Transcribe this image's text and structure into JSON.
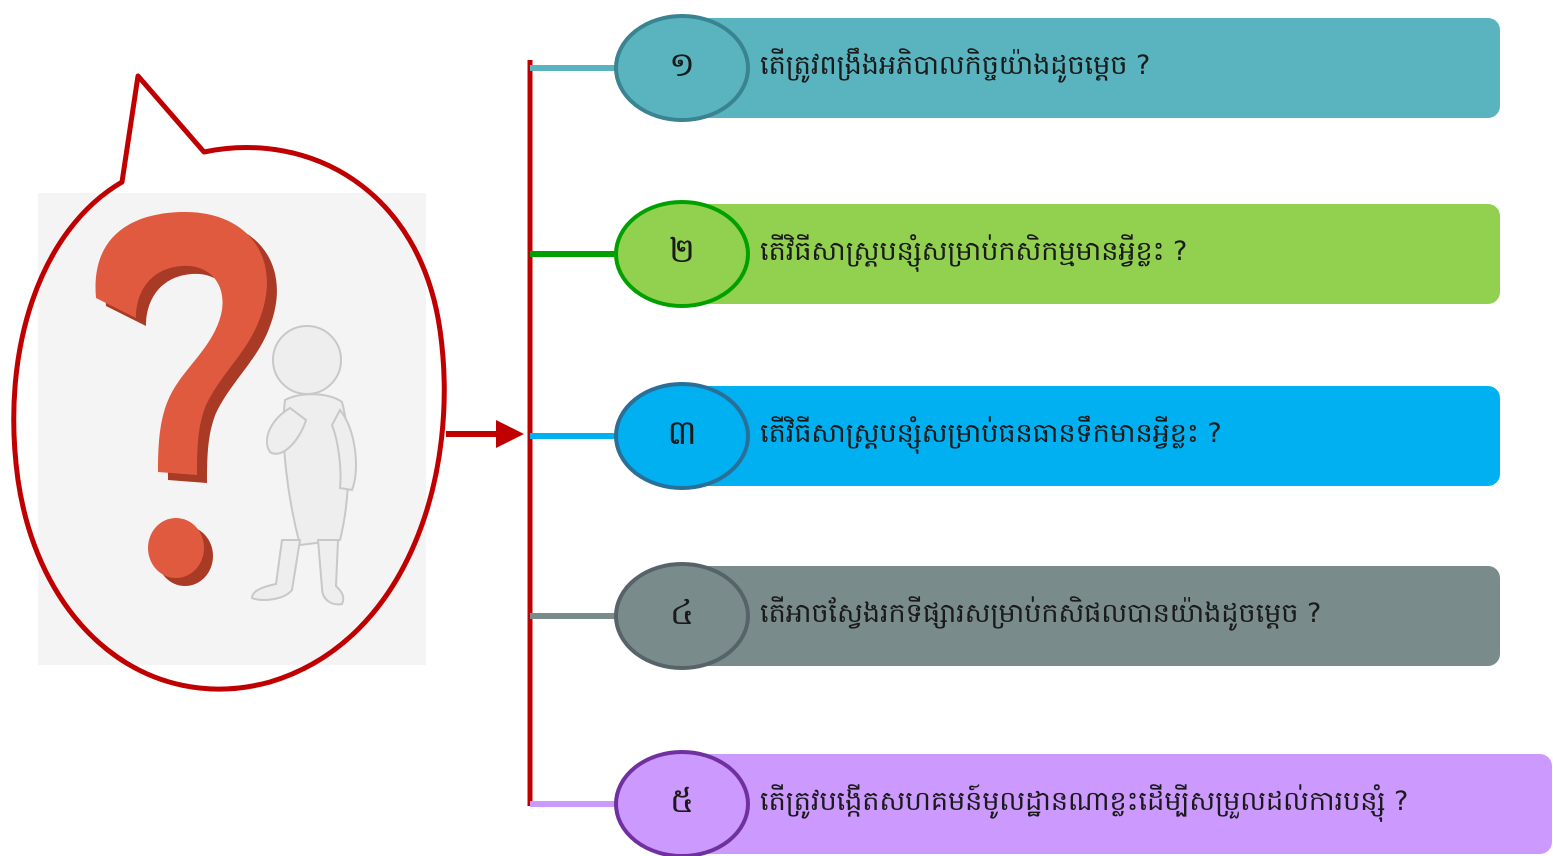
{
  "colors": {
    "bracket": "#c00000",
    "bubble_outline": "#c00000",
    "image_background": "#f4f4f4",
    "qmark": "#e05a3f",
    "qmark_dark": "#a83a26",
    "figure": "#eeeeee"
  },
  "illustration": {
    "icon": "question-mark-thinking-person-illustration"
  },
  "items": [
    {
      "number": "១",
      "text": "តើត្រូវពង្រឹងអភិបាលកិច្ចយ៉ាងដូចម្តេច ?",
      "bar_color": "#5ab4bf",
      "circle_color": "#5ab4bf",
      "circle_border": "#3a8390",
      "connector_color": "#5ab4bf"
    },
    {
      "number": "២",
      "text": "តើវិធីសាស្ត្របន្សុំសម្រាប់កសិកម្មមានអ្វីខ្លះ ?",
      "bar_color": "#92d050",
      "circle_color": "#92d050",
      "circle_border": "#00a000",
      "connector_color": "#00a000"
    },
    {
      "number": "៣",
      "text": "តើវិធីសាស្ត្របន្សុំសម្រាប់ធនធានទឹកមានអ្វីខ្លះ ?",
      "bar_color": "#00b0f0",
      "circle_color": "#00b0f0",
      "circle_border": "#2a6f97",
      "connector_color": "#00b0f0"
    },
    {
      "number": "៤",
      "text": "តើអាចស្វែងរកទីផ្សារសម្រាប់កសិផលបានយ៉ាងដូចម្តេច ?",
      "bar_color": "#7a8b8b",
      "circle_color": "#7a8b8b",
      "circle_border": "#56646a",
      "connector_color": "#7a8b8b"
    },
    {
      "number": "៥",
      "text": "តើត្រូវបង្កើតសហគមន៍មូលដ្ឋានណាខ្លះដើម្បីសម្រួលដល់ការបន្សុំ ?",
      "bar_color": "#cc99ff",
      "circle_color": "#cc99ff",
      "circle_border": "#7030a0",
      "connector_color": "#cc99ff"
    }
  ]
}
